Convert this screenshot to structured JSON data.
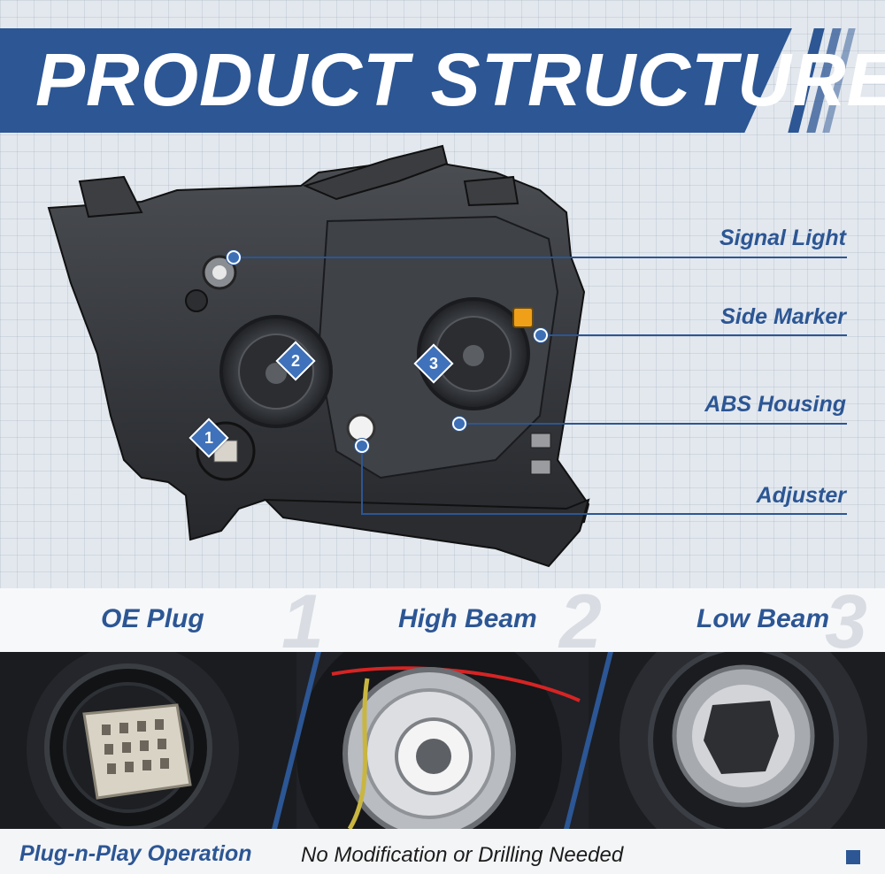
{
  "title": "PRODUCT STRUCTURE",
  "labels": {
    "signal_light": "Signal Light",
    "side_marker": "Side Marker",
    "abs_housing": "ABS Housing",
    "adjuster": "Adjuster"
  },
  "markers": [
    "1",
    "2",
    "3"
  ],
  "captions": {
    "oe_plug": "OE Plug",
    "high_beam": "High Beam",
    "low_beam": "Low Beam"
  },
  "footer": {
    "strong": "Plug-n-Play Operation",
    "rest": "No Modification or Drilling Needed"
  },
  "colors": {
    "brand_blue": "#2c5694",
    "marker_blue": "#3f72ba",
    "side_marker_amber": "#f0a018"
  }
}
